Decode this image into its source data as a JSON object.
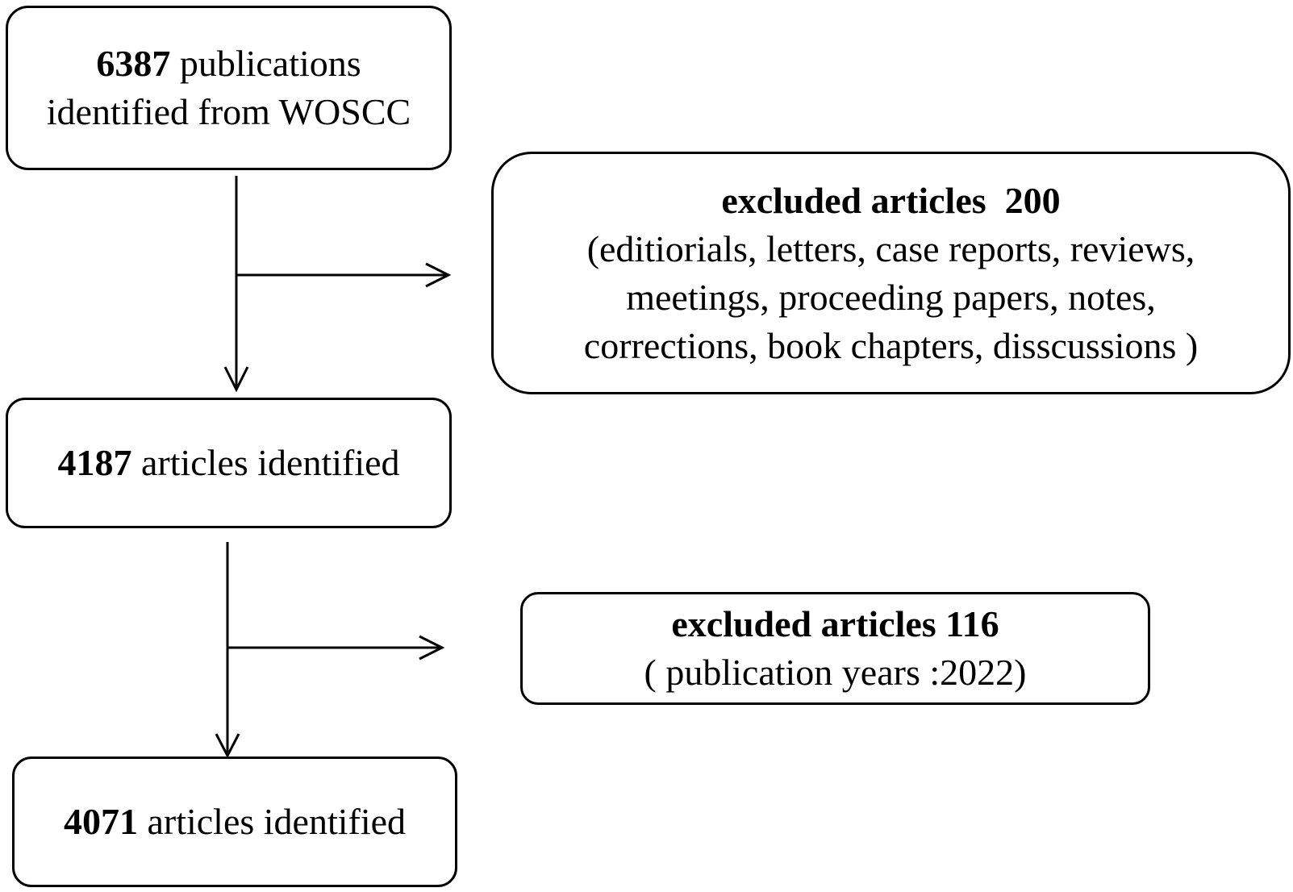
{
  "nodes": {
    "identified": {
      "count": "6387",
      "text_1": " publications",
      "text_2": "identified from WOSCC"
    },
    "excluded_first": {
      "title": "excluded articles  200",
      "detail_1": "(editiorials, letters, case reports, reviews,",
      "detail_2": "meetings, proceeding papers, notes,",
      "detail_3": "corrections, book chapters, disscussions )"
    },
    "after_first": {
      "count": "4187",
      "text": " articles identified"
    },
    "excluded_second": {
      "title": "excluded articles 116",
      "detail": "( publication years :2022)"
    },
    "final": {
      "count": "4071",
      "text": " articles identified"
    }
  }
}
